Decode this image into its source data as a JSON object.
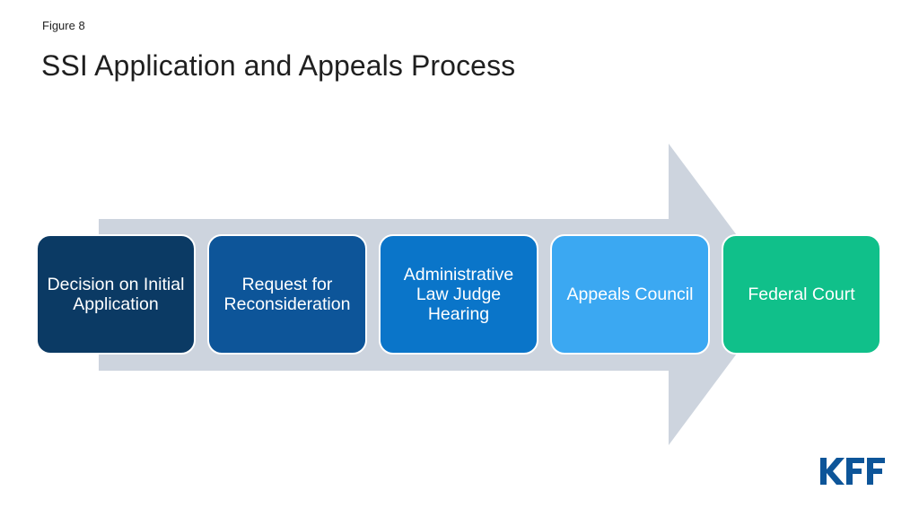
{
  "figure_label": "Figure 8",
  "title": "SSI Application and Appeals Process",
  "steps": [
    {
      "label": "Decision on Initial Application",
      "color": "#0b3a64"
    },
    {
      "label": "Request for Reconsideration",
      "color": "#0d5599"
    },
    {
      "label": "Administrative Law Judge Hearing",
      "color": "#0a75c9"
    },
    {
      "label": "Appeals Council",
      "color": "#3ba8f2"
    },
    {
      "label": "Federal Court",
      "color": "#10c08a"
    }
  ],
  "arrow_color": "#cdd4de",
  "logo": {
    "text": "KFF",
    "color": "#0d5599"
  }
}
